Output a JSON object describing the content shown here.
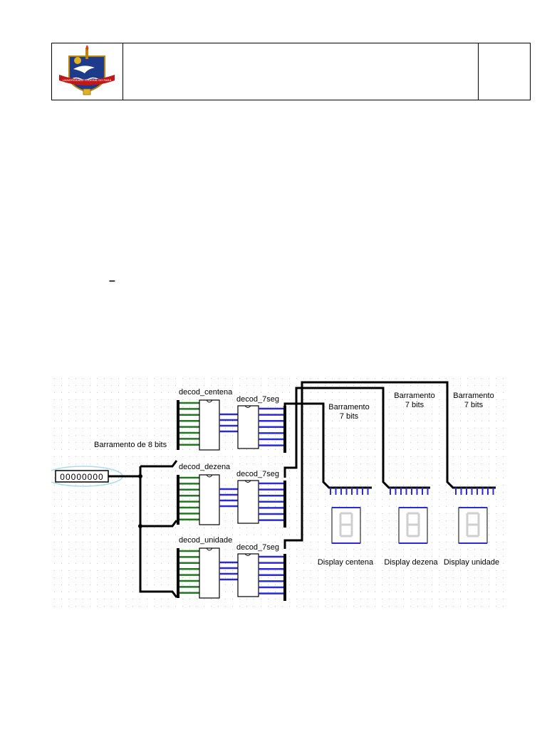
{
  "header": {
    "logo_text": "UNIVERSIDADE FEDERAL DO PARÁ"
  },
  "body_marks": {
    "dash": "–"
  },
  "circuit": {
    "input_register": "00000000",
    "bus_input_label": "Barramento de 8 bits",
    "decoders": [
      {
        "label": "decod_centena"
      },
      {
        "label": "decod_dezena"
      },
      {
        "label": "decod_unidade"
      }
    ],
    "seg_decoder_label": "decod_7seg",
    "bus_labels": [
      {
        "line1": "Barramento",
        "line2": "7 bits"
      },
      {
        "line1": "Barramento",
        "line2": "7 bits"
      },
      {
        "line1": "Barramento",
        "line2": "7 bits"
      }
    ],
    "displays": [
      {
        "label": "Display centena"
      },
      {
        "label": "Display dezena"
      },
      {
        "label": "Display unidade"
      }
    ],
    "colors": {
      "wire": "#000000",
      "green_bus": "#1f7a1f",
      "blue_bus": "#2a2ad8",
      "grid_dot": "#c8c8c8",
      "selection_ellipse": "#a8dcf0",
      "segment_gray": "#cfcfcf"
    }
  }
}
